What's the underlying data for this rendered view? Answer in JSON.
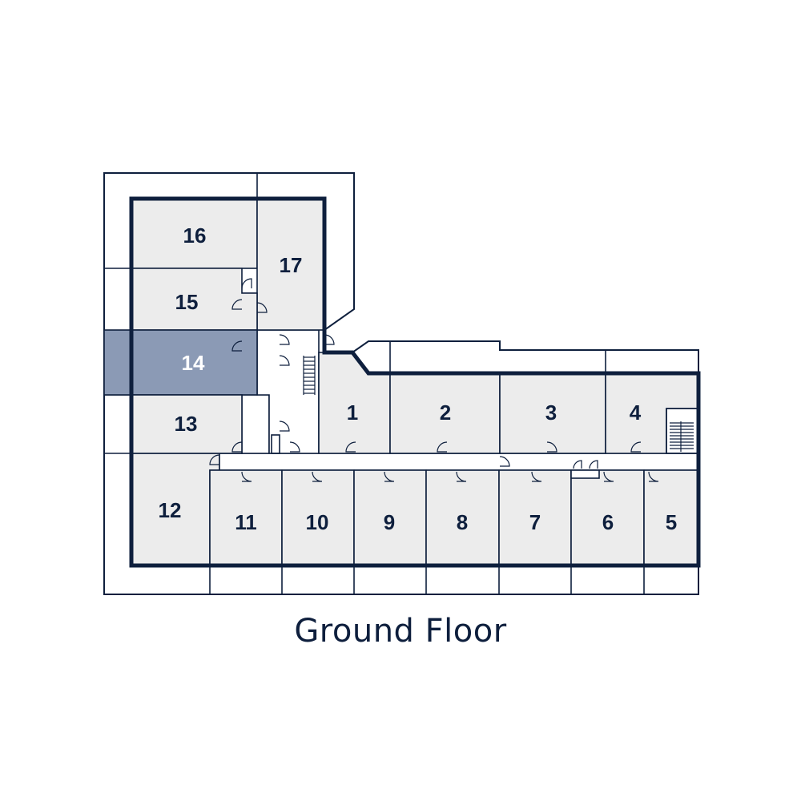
{
  "floor": {
    "title": "Ground Floor",
    "selected_room": "14"
  },
  "rooms": [
    {
      "id": "16"
    },
    {
      "id": "17"
    },
    {
      "id": "15"
    },
    {
      "id": "14"
    },
    {
      "id": "13"
    },
    {
      "id": "12"
    },
    {
      "id": "11"
    },
    {
      "id": "10"
    },
    {
      "id": "9"
    },
    {
      "id": "8"
    },
    {
      "id": "7"
    },
    {
      "id": "6"
    },
    {
      "id": "5"
    },
    {
      "id": "1"
    },
    {
      "id": "2"
    },
    {
      "id": "3"
    },
    {
      "id": "4"
    }
  ],
  "colors": {
    "outline": "#0e1f3d",
    "room_fill": "#ececec",
    "selected_fill": "#8b9ab5",
    "background": "#ffffff"
  }
}
